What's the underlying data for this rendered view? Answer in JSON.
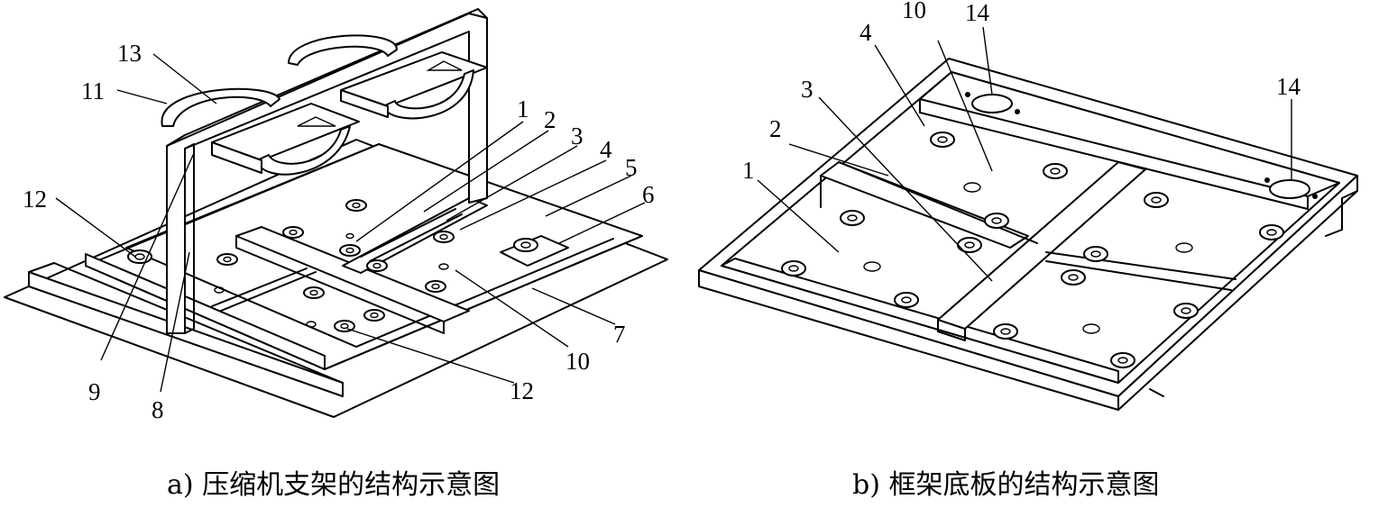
{
  "figure_a": {
    "caption": "a) 压缩机支架的结构示意图",
    "labels": [
      "1",
      "2",
      "3",
      "4",
      "5",
      "6",
      "7",
      "8",
      "9",
      "10",
      "11",
      "12",
      "12",
      "13"
    ]
  },
  "figure_b": {
    "caption": "b) 框架底板的结构示意图",
    "labels": [
      "1",
      "2",
      "3",
      "4",
      "10",
      "14",
      "14"
    ]
  }
}
